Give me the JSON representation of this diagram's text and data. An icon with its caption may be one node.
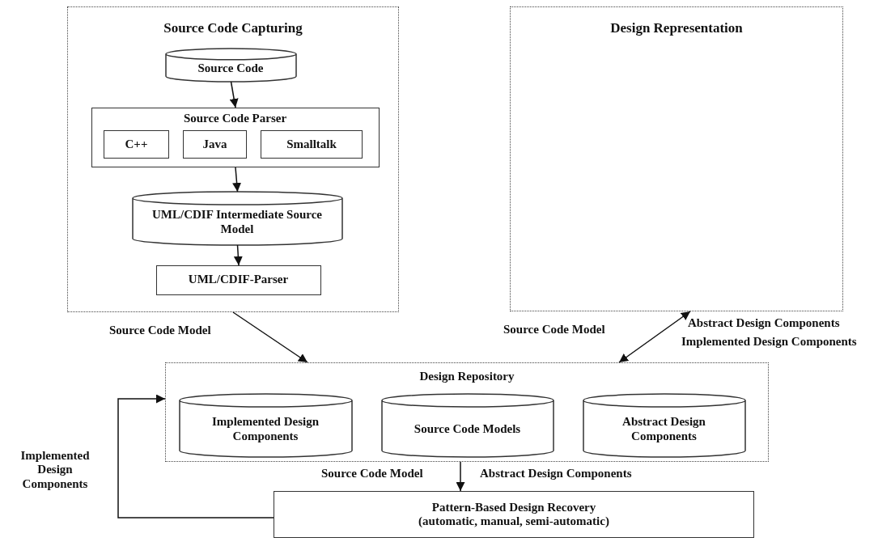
{
  "diagram": {
    "nodes": [
      {
        "text": [
          "Source Code Capturing"
        ]
      },
      {
        "text": [
          "Source Code"
        ],
        "in": 0
      },
      {
        "text": [
          "Source Code Parser"
        ],
        "in": 0
      },
      {
        "text": [
          "C++"
        ],
        "in": 2
      },
      {
        "text": [
          "Java"
        ],
        "in": 2
      },
      {
        "text": [
          "Smalltalk"
        ],
        "in": 2
      },
      {
        "text": [
          "UML/CDIF Intermediate Source Model"
        ],
        "in": 0
      },
      {
        "text": [
          "UML/CDIF-Parser"
        ],
        "in": 0
      },
      {
        "text": [
          "Design Representation"
        ]
      },
      {
        "text": [
          "Design Repository"
        ]
      },
      {
        "text": [
          "Implemented Design Components"
        ],
        "in": 9
      },
      {
        "text": [
          "Source Code Models"
        ],
        "in": 9
      },
      {
        "text": [
          "Abstract Design Components"
        ],
        "in": 9
      },
      {
        "text": [
          "Pattern-Based Design Recovery",
          "(automatic, manual, semi-automatic)"
        ]
      }
    ],
    "edges": [
      {
        "from": 1,
        "to": 2,
        "arrow": "to"
      },
      {
        "from": 2,
        "to": 6,
        "arrow": "to"
      },
      {
        "from": 6,
        "to": 7,
        "arrow": "to"
      },
      {
        "from": 0,
        "to": 9,
        "arrow": "to",
        "label": "Source Code Model"
      },
      {
        "from": 9,
        "to": 8,
        "arrow": "both"
      },
      {
        "from": 9,
        "to": 13,
        "arrow": "to"
      },
      {
        "from": 13,
        "to": 9,
        "arrow": "to",
        "label": "Implemented Design Components"
      }
    ],
    "labels": [
      "Source Code Model",
      "Abstract Design Components",
      "Implemented Design Components",
      "Source Code Model",
      "Abstract Design Components"
    ]
  }
}
